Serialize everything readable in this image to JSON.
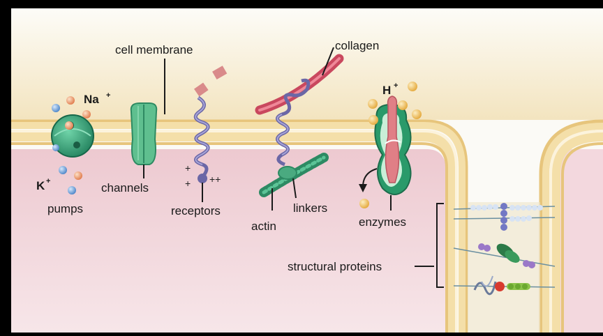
{
  "labels": {
    "cell_membrane": "cell membrane",
    "collagen": "collagen",
    "na": "Na",
    "na_charge": "+",
    "k": "K",
    "k_charge": "+",
    "h": "H",
    "h_charge": "+",
    "pumps": "pumps",
    "channels": "channels",
    "receptors": "receptors",
    "actin": "actin",
    "linkers": "linkers",
    "enzymes": "enzymes",
    "structural_proteins": "structural proteins"
  },
  "colors": {
    "background": "#000000",
    "canvas": "#fbfaf6",
    "membrane_outer": "#f1d9a3",
    "membrane_band": "#f6e7c0",
    "cytoplasm": "#f0d3d9",
    "pump_green": "#2fa479",
    "channel_green": "#5fbf8f",
    "receptor_purple": "#7c7ab8",
    "collagen_red": "#d9566b",
    "na_ion": "#f2a070",
    "k_ion": "#6a9fd8",
    "h_ion": "#f2c060"
  }
}
